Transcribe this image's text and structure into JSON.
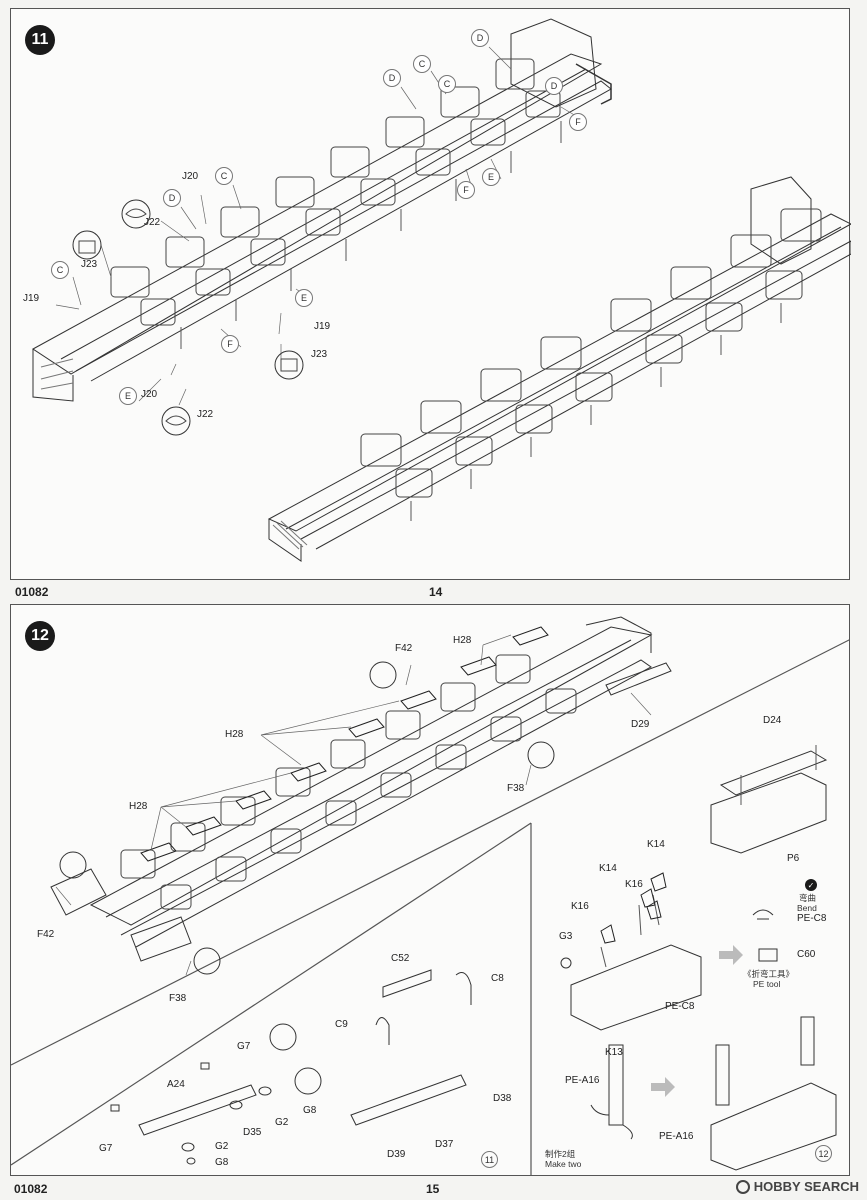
{
  "page_top": {
    "step_number": "11",
    "code": "01082",
    "page_number": "14",
    "labels": {
      "D_1": "D",
      "C_1": "C",
      "D_2": "D",
      "C_2": "C",
      "D_3": "D",
      "F_1": "F",
      "F_2": "F",
      "E_1": "E",
      "C_3": "C",
      "D_4": "D",
      "C_4": "C",
      "E_2": "E",
      "F_3": "F",
      "E_3": "E",
      "J20_a": "J20",
      "J22_a": "J22",
      "J23_a": "J23",
      "J19_a": "J19",
      "J19_b": "J19",
      "J23_b": "J23",
      "J20_b": "J20",
      "J22_b": "J22"
    }
  },
  "page_bottom": {
    "step_number": "12",
    "code": "01082",
    "page_number": "15",
    "labels": {
      "F42_a": "F42",
      "H28_a": "H28",
      "D29": "D29",
      "H28_b": "H28",
      "F38_a": "F38",
      "H28_c": "H28",
      "F42_b": "F42",
      "F38_b": "F38",
      "D24": "D24",
      "P6": "P6",
      "K14_a": "K14",
      "K14_b": "K14",
      "K16_a": "K16",
      "K16_b": "K16",
      "G3": "G3",
      "PE_C8_a": "PE-C8",
      "PE_C8_b": "PE-C8",
      "C60": "C60",
      "C52": "C52",
      "C8": "C8",
      "C9": "C9",
      "D38": "D38",
      "D37": "D37",
      "D39": "D39",
      "G7_a": "G7",
      "A24": "A24",
      "G2_a": "G2",
      "G8_a": "G8",
      "D35": "D35",
      "G7_b": "G7",
      "G2_b": "G2",
      "G8_b": "G8",
      "K13": "K13",
      "PE_A16_a": "PE-A16",
      "PE_A16_b": "PE-A16"
    },
    "bend_zh": "弯曲",
    "bend_en": "Bend",
    "pe_tool_zh": "《折弯工具》",
    "pe_tool_en": "PE tool",
    "make_two_zh": "制作2组",
    "make_two_en": "Make two",
    "sub_step_a": "11",
    "sub_step_b": "12"
  },
  "watermark": "HOBBY SEARCH"
}
